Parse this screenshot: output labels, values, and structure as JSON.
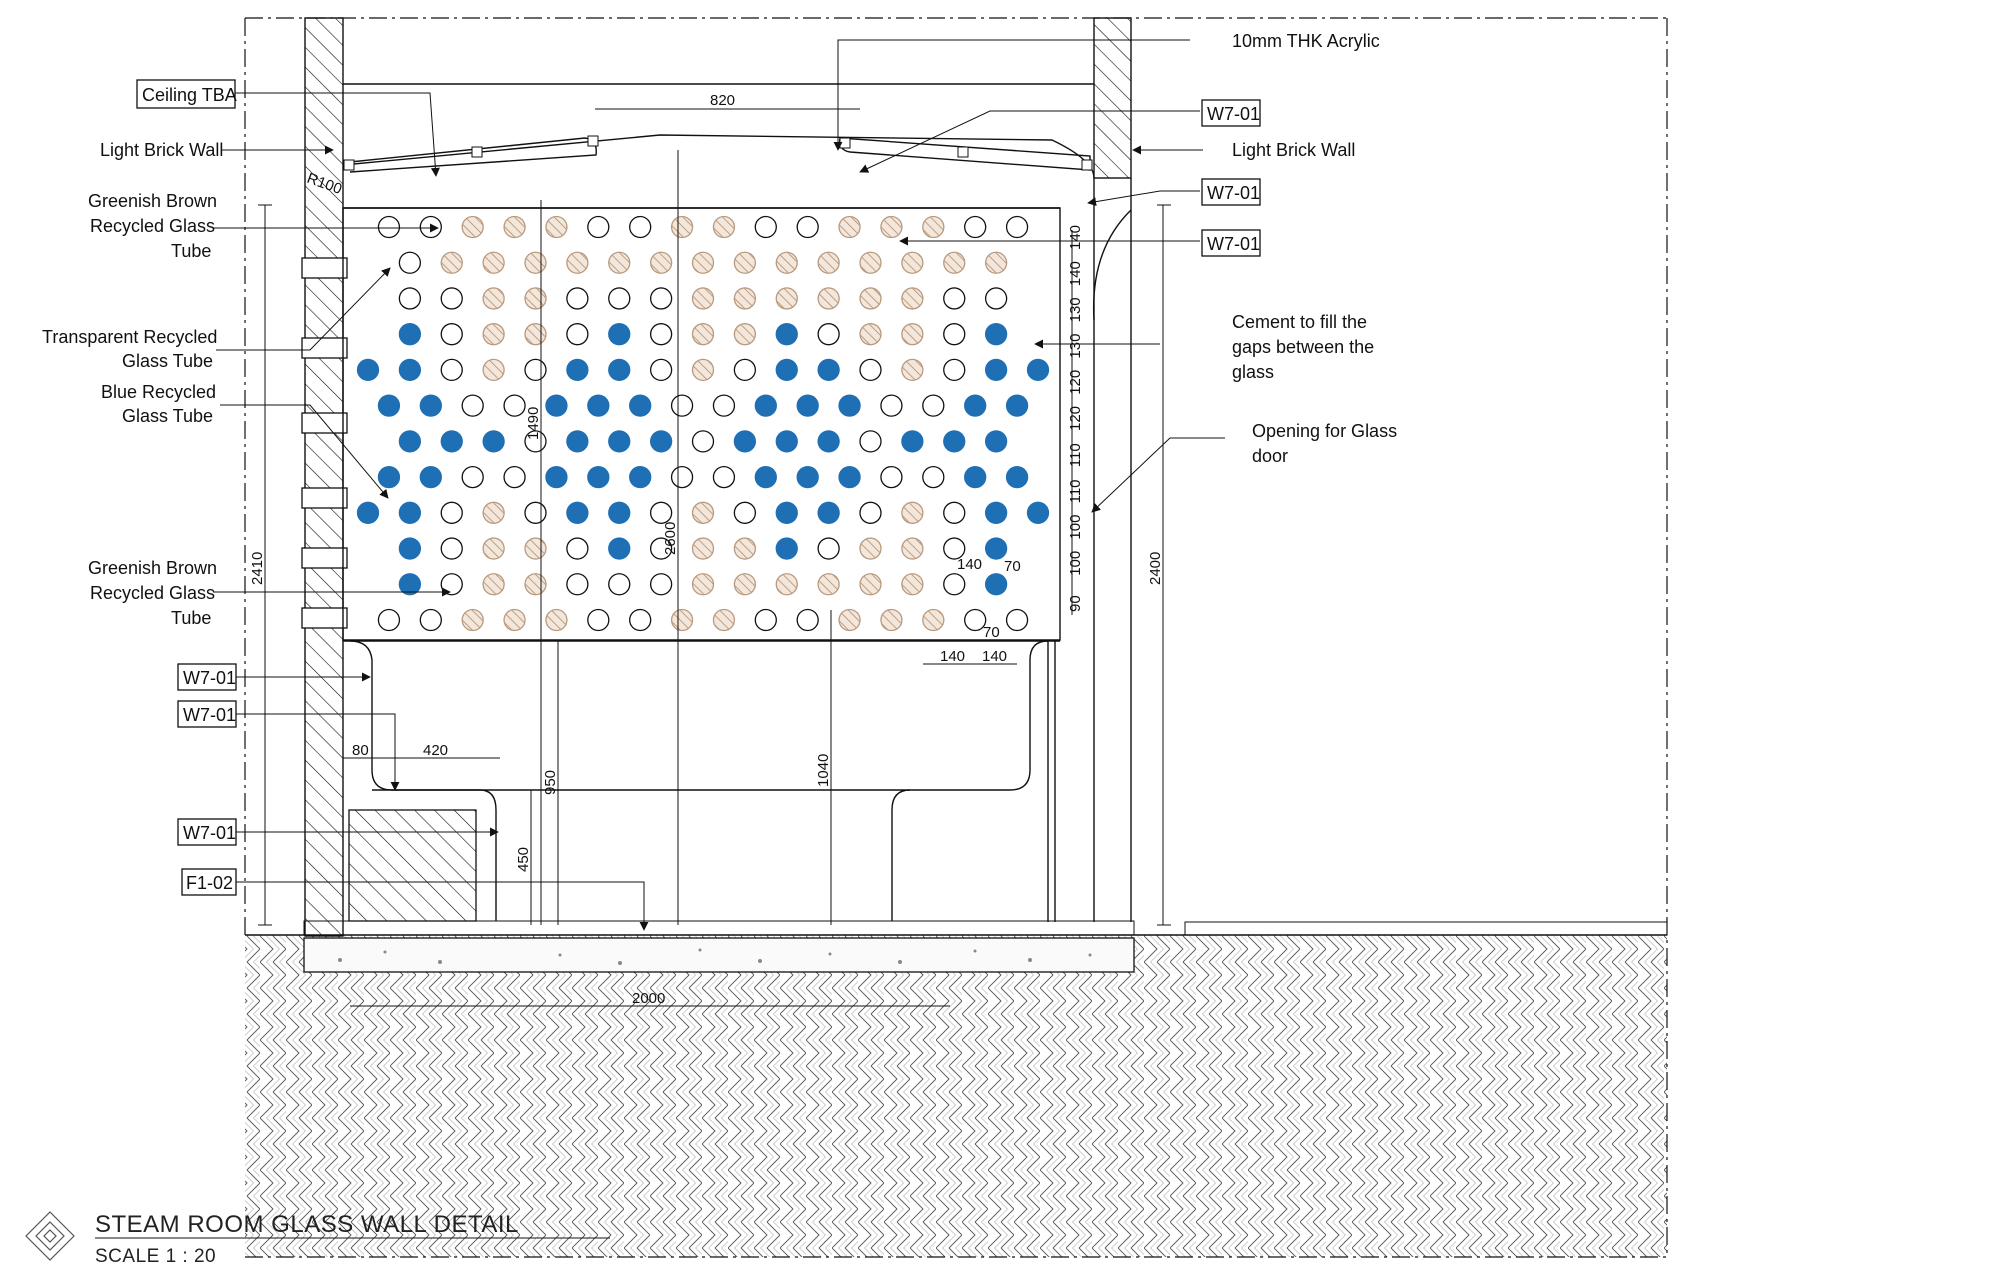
{
  "title": "STEAM ROOM GLASS WALL DETAIL",
  "scale": "SCALE 1 : 20",
  "colors": {
    "blue": "#1f6fb5",
    "brown": "#c9a68a",
    "line": "#111111"
  },
  "labels": {
    "ceiling": "Ceiling TBA",
    "brick_left": "Light Brick Wall",
    "brick_right": "Light Brick Wall",
    "acrylic": "10mm THK Acrylic",
    "greenish_top": [
      "Greenish Brown",
      "Recycled Glass",
      "Tube"
    ],
    "transparent": [
      "Transparent Recycled",
      "Glass Tube"
    ],
    "blue": [
      "Blue Recycled",
      "Glass Tube"
    ],
    "greenish_bottom": [
      "Greenish Brown",
      "Recycled Glass",
      "Tube"
    ],
    "cement": [
      "Cement to fill the",
      "gaps between the",
      "glass"
    ],
    "opening": [
      "Opening for Glass",
      "door"
    ]
  },
  "tags": {
    "r1": "W7-01",
    "r2": "W7-01",
    "r3": "W7-01",
    "l1": "W7-01",
    "l2": "W7-01",
    "l3": "W7-01",
    "f1": "F1-02"
  },
  "dims": {
    "d820": "820",
    "r100": "R100",
    "d2410": "2410",
    "d1490": "1490",
    "d2600": "2600",
    "d2400": "2400",
    "d80": "80",
    "d420": "420",
    "d950": "950",
    "d450": "450",
    "d1040": "1040",
    "d2000": "2000",
    "d140a": "140",
    "d70a": "70",
    "d70b": "70",
    "d140b": "140",
    "d140c": "140",
    "right_stack": [
      "140",
      "140",
      "130",
      "130",
      "120",
      "120",
      "110",
      "110",
      "100",
      "100",
      "90"
    ]
  },
  "tube_grid": {
    "legend": {
      "T": "transparent",
      "B": "blue",
      "G": "greenish brown"
    },
    "rows": [
      "TTGGGTTGGTTGGGTT",
      "TGGGGGGGGGGGGGG",
      "TTGGTTTGGGGGGTT",
      "BTGGTBTGGBTGGTB",
      "BBTGTBBTGTBBTGTBB",
      "BBTTBBBTTBBBTTBB",
      "BBBTBBBTBBBTBBB",
      "BBTTBBBTTBBBTTBB",
      "BBTGTBBTGTBBTGTBB",
      "BTGGTBTGGBTGGTB",
      "BTGGTTTGGGGGGTB",
      "TTGGGTTGGTTGGGTT"
    ]
  }
}
